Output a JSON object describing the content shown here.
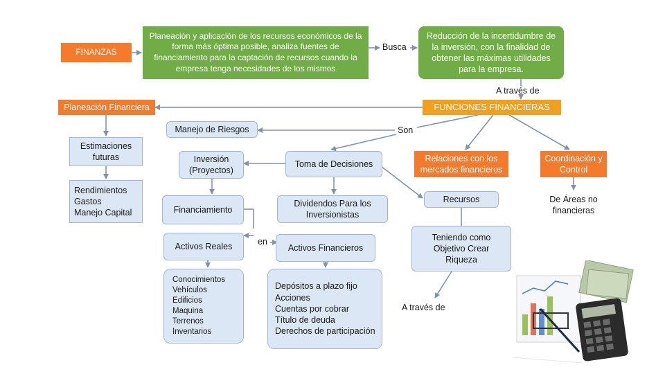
{
  "finanzas": "FINANZAS",
  "definicion": "Planeación y aplicación de los recursos económicos de la forma más óptima posible, analiza fuentes de financiamiento para la captación de recursos cuando la empresa tenga necesidades de los mismos",
  "busca": "Busca",
  "objetivo": "Reducción de la incertidumbre de la inversión, con la finalidad de obtener las máximas utilidades para la empresa.",
  "a_traves_de_1": "A través de",
  "planeacion": "Planeación Financiera",
  "funciones": "FUNCIONES FINANCIERAS",
  "estimaciones": "Estimaciones futuras",
  "rendimientos": "Rendimientos\nGastos\nManejo Capital",
  "manejo_riesgos": "Manejo de Riesgos",
  "son": "Son",
  "inversion": "Inversión (Proyectos)",
  "toma_decisiones": "Toma de Decisiones",
  "relaciones": "Relaciones con los mercados financieros",
  "coordinacion": "Coordinación y Control",
  "financiamiento": "Financiamiento",
  "dividendos": "Dividendos Para los Inversionistas",
  "recursos": "Recursos",
  "areas": "De Áreas no financieras",
  "activos_reales": "Activos Reales",
  "en": "en",
  "activos_financieros": "Activos Financieros",
  "teniendo": "Teniendo como Objetivo Crear Riqueza",
  "conocimientos": "Conocimientos\nVehículos\nEdificios\nMaquina\nTerrenos\nInventarios",
  "depositos": "Depósitos a plazo fijo\nAcciones\nCuentas por cobrar\nTítulo de deuda\nDerechos de participación",
  "a_traves_de_2": "A través de",
  "colors": {
    "orange": "#f47a2c",
    "green": "#70ad47",
    "light_blue": "#dbe7f4",
    "line": "#7f93ad"
  }
}
